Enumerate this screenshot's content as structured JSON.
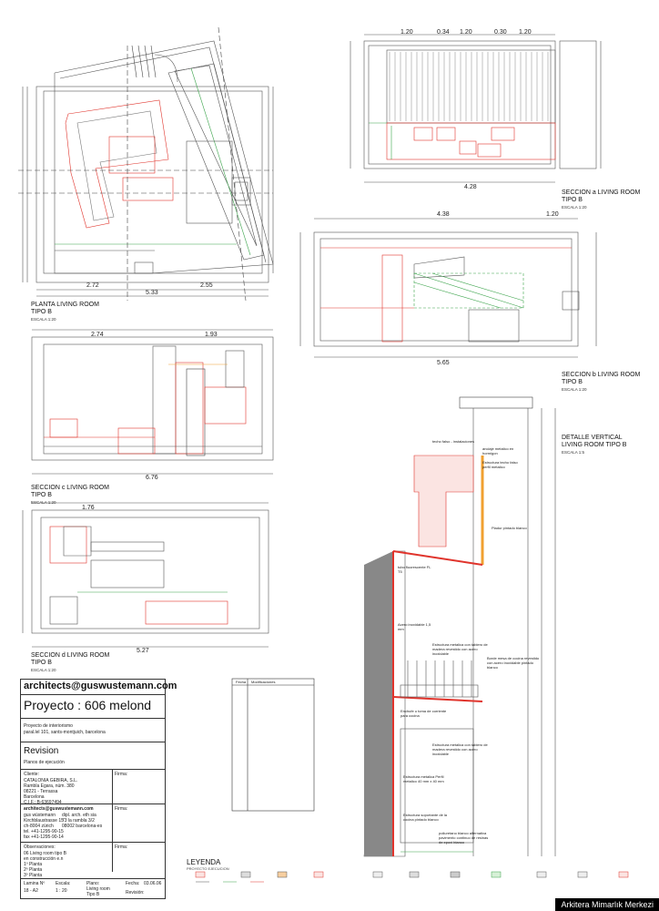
{
  "drawings": {
    "planta": {
      "title": "PLANTA LIVING ROOM",
      "subtitle": "TIPO B",
      "scale": "ESCALA 1:20"
    },
    "seccion_a": {
      "title": "SECCION a LIVING ROOM",
      "subtitle": "TIPO B",
      "scale": "ESCALA 1:20"
    },
    "seccion_b": {
      "title": "SECCION b LIVING ROOM",
      "subtitle": "TIPO B",
      "scale": "ESCALA 1:20"
    },
    "seccion_c": {
      "title": "SECCION c LIVING ROOM",
      "subtitle": "TIPO B",
      "scale": "ESCALA 1:20"
    },
    "seccion_d": {
      "title": "SECCION d LIVING ROOM",
      "subtitle": "TIPO B",
      "scale": "ESCALA 1:20"
    },
    "detalle": {
      "title": "DETALLE VERTICAL",
      "subtitle": "LIVING ROOM TIPO B",
      "scale": "ESCALA 1:5"
    }
  },
  "dims": {
    "planta_bottom1": "2.72",
    "planta_bottom2": "2.55",
    "planta_bottom3": "5.33",
    "sec_a_top1": "1.20",
    "sec_a_top2": "0.34",
    "sec_a_top3": "1.20",
    "sec_a_top4": "0.30",
    "sec_a_top5": "1.20",
    "sec_a_bottom": "4.28",
    "sec_b_top1": "4.38",
    "sec_b_top2": "1.20",
    "sec_b_bottom": "5.65",
    "sec_c_top1": "2.74",
    "sec_c_top2": "1.93",
    "sec_c_bottom": "6.76",
    "sec_d_top1": "1.76",
    "sec_d_bottom": "5.27"
  },
  "detail_notes": {
    "n1": "techo falso - instalaciones",
    "n2": "anclaje metalico en hormigon",
    "n3": "Estructura techo falso perfil metalico",
    "n4": "Pladur pintado blanco",
    "n5": "tubo fluorescente FL T5",
    "n6": "Acero inoxidable 1,5 mm",
    "n7": "Estructura metalica con tablero de madera revestido con acero inoxidable",
    "n8": "Borde mesa de cocina revestido con acero inoxidable pintado blanco",
    "n9": "Enchufe u toma de corriente para cocina",
    "n10": "Estructura metalica con tablero de madera revestido con acero inoxidable",
    "n11": "Estructura metalica Perfil metalico 40 mm x 40 mm",
    "n12": "Estructura soportante de la cocina pintado blanco",
    "n13": "poliuretano blanco alternativa pavimento continuo de resinas de epoxi blanco"
  },
  "titleblock": {
    "email": "architects@guswustemann.com",
    "project": "Proyecto : 606 melond",
    "project_desc1": "Proyecto de interiorismo",
    "project_desc2": "paral.lel 101, sants-montjuich, barcelona",
    "revision": "Revision",
    "planos": "Planos de ejecución",
    "cliente_lbl": "Cliente:",
    "cliente_1": "CATALONIA GEBIRA, S.L.",
    "cliente_2": "Rambla Egara, núm. 380",
    "cliente_3": "08221 - Terrassa",
    "cliente_4": "Barcelona",
    "cliente_5": "C.I.F.: B-63697494",
    "firma1": "Firma:",
    "arch_email": "architects@guswustemann.com",
    "arch_1": "gus wüstemann",
    "arch_2": "Kirchblaustrasse 15",
    "arch_3": "ch-8004 zürich",
    "arch_4": "tel. +41-1295-90-15",
    "arch_5": "fax +41-1295-90-14",
    "arch_b1": "dipl. arch. eth sia",
    "arch_b2": "73 la rambla 3/2",
    "arch_b3": "08002 barcelona-es",
    "firma2": "Firma:",
    "obs_lbl": "Observaciones:",
    "obs_1": "06 Living room tipo B",
    "obs_2": "en construcción e.n",
    "obs_3": "1º Planta",
    "obs_4": "2º Planta",
    "obs_5": "3º Planta",
    "firma3": "Firma:",
    "lamina_lbl": "Lamina Nº",
    "lamina_val": "18 - A2",
    "escala_lbl": "Escala:",
    "escala_val": "1 : 20",
    "plano_lbl": "Plano:",
    "plano_val1": "Living room",
    "plano_val2": "Tipo B",
    "fecha_lbl": "Fecha:",
    "fecha_val": "03.06.06",
    "revisado_lbl": "Revisión:",
    "rev_fecha": "Fecha",
    "rev_mod": "Modificaciones"
  },
  "leyenda": {
    "title": "LEYENDA",
    "subtitle": "PROYECTO EJECUCION"
  },
  "watermark": "Arkitera Mimarlık Merkezi",
  "colors": {
    "red": "#e0342c",
    "green": "#3aa34a",
    "orange": "#f0a030",
    "line": "#333333"
  }
}
